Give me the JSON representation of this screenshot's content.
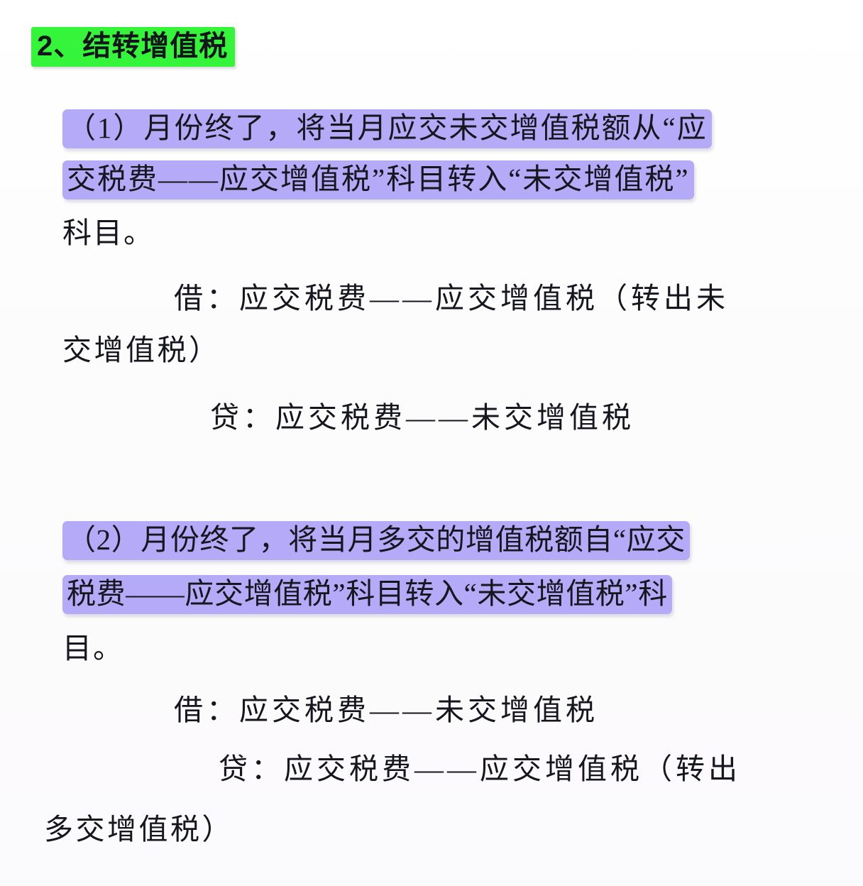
{
  "document": {
    "heading": {
      "text": "2、结转增值税",
      "highlight_color": "#35f53a"
    },
    "highlight_color": "#b4aaf7",
    "text_color": "#16161f",
    "background_color": "#fdfdfd",
    "sections": [
      {
        "id": "section-1",
        "label": "（1）",
        "paragraph_lines": [
          {
            "text": "（1）月份终了，将当月应交未交增值税额从“应",
            "highlighted": true
          },
          {
            "text": "交税费——应交增值税”科目转入“未交增值税”",
            "highlighted": true
          },
          {
            "text": "科目。",
            "highlighted": false
          }
        ],
        "entry_lines": [
          {
            "text": "借：应交税费——应交增值税（转出未",
            "highlighted": false
          },
          {
            "text": "交增值税）",
            "highlighted": false
          },
          {
            "text": "贷：应交税费——未交增值税",
            "highlighted": false
          }
        ]
      },
      {
        "id": "section-2",
        "label": "（2）",
        "paragraph_lines": [
          {
            "text": "（2）月份终了，将当月多交的增值税额自“应交",
            "highlighted": true
          },
          {
            "text": "税费——应交增值税”科目转入“未交增值税”科",
            "highlighted": true
          },
          {
            "text": "目。",
            "highlighted": false
          }
        ],
        "entry_lines": [
          {
            "text": "借：应交税费——未交增值税",
            "highlighted": false
          },
          {
            "text": "贷：应交税费——应交增值税（转出",
            "highlighted": false
          },
          {
            "text": "多交增值税）",
            "highlighted": false
          }
        ]
      }
    ]
  }
}
